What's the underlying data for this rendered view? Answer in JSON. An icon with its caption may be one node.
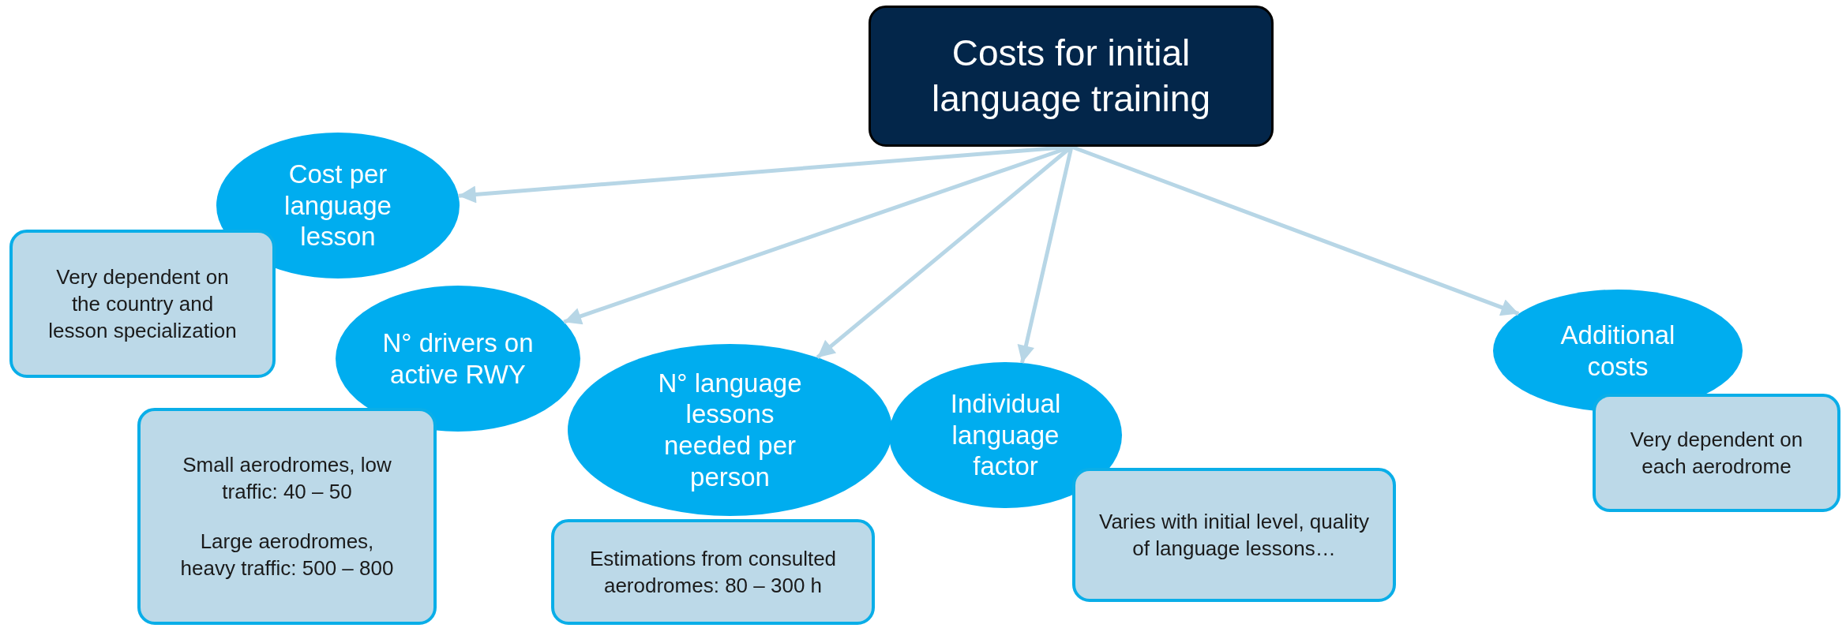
{
  "diagram": {
    "nodes": [
      {
        "text": [
          "Costs for initial language training"
        ]
      },
      {
        "text": [
          "Cost per language lesson"
        ]
      },
      {
        "text": [
          "Very dependent on the country and lesson specialization"
        ]
      },
      {
        "text": [
          "N° drivers on active RWY"
        ]
      },
      {
        "text": [
          "Small aerodromes, low traffic: 40 – 50",
          "Large aerodromes, heavy traffic: 500 – 800"
        ]
      },
      {
        "text": [
          "N° language lessons needed per person"
        ]
      },
      {
        "text": [
          "Estimations from consulted aerodromes: 80 – 300 h"
        ]
      },
      {
        "text": [
          "Individual language factor"
        ]
      },
      {
        "text": [
          "Varies with initial level, quality of language lessons…"
        ]
      },
      {
        "text": [
          "Additional costs"
        ]
      },
      {
        "text": [
          "Very dependent on each aerodrome"
        ]
      }
    ],
    "edges": [
      {
        "from": 0,
        "to": 1,
        "arrow": "to"
      },
      {
        "from": 0,
        "to": 3,
        "arrow": "to"
      },
      {
        "from": 0,
        "to": 5,
        "arrow": "to"
      },
      {
        "from": 0,
        "to": 7,
        "arrow": "to"
      },
      {
        "from": 0,
        "to": 9,
        "arrow": "to"
      }
    ]
  }
}
